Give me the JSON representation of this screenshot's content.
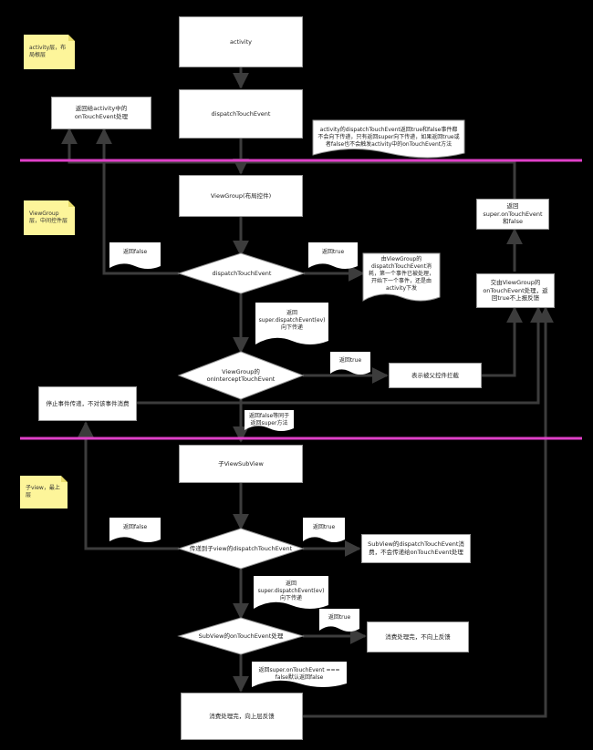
{
  "layers": {
    "activity": "activity层，布局根层",
    "viewgroup": "ViewGroup层，中间控件层",
    "subview": "子view，最上层"
  },
  "activity": {
    "box": "activity",
    "dispatch": "dispatchTouchEvent",
    "return_handler": "返回给activity中的onTouchEvent处理",
    "note": "activity的dispatchTouchEvent返回true和false事件都不会向下传递，只有返回super向下传递，如果返回true或者false也不会触发activity中的onTouchEvent方法"
  },
  "viewgroup": {
    "box": "ViewGroup(布局控件)",
    "dispatch": "dispatchTouchEvent",
    "return_false": "返回false",
    "return_true": "返回true",
    "consumed_note": "由ViewGroup的dispatchTouchEvent消耗，第一个事件已被处理，开始下一个事件，还是由activity下发",
    "super_note": "返回super.dispatchEvent(ev)向下传递",
    "intercept": "ViewGroup的onInterceptTouchEvent",
    "intercept_true": "返回true",
    "intercept_box": "表示被父控件拦截",
    "ontouch_box": "交由ViewGroup的onTouchEvent处理，返回true不上报反馈",
    "return_super_box": "返回super.onTouchEvent和false",
    "stop_box": "停止事件传递，不对该事件消费",
    "intercept_false_note": "返回false等同于返回super方法"
  },
  "subview": {
    "box": "子ViewSubView",
    "dispatch": "传递到子view的dispatchTouchEvent",
    "return_false": "返回false",
    "return_true": "返回true",
    "consumed_box": "SubView的dispatchTouchEvent消费，不会传递给onTouchEvent处理",
    "super_note": "返回super.dispatchEvent(ev)向下传递",
    "ontouch": "SubView的onTouchEvent处理",
    "ontouch_true": "返回true",
    "consume_box": "消费处理完，不向上反馈",
    "super_false_note": "返回super.onTouchEvent === false默认返回false",
    "final_box": "消费处理完，向上层反馈"
  },
  "colors": {
    "background": "#000000",
    "separator": "#e040c8",
    "line": "#3c3c3c",
    "sticky": "#fdf59a"
  }
}
